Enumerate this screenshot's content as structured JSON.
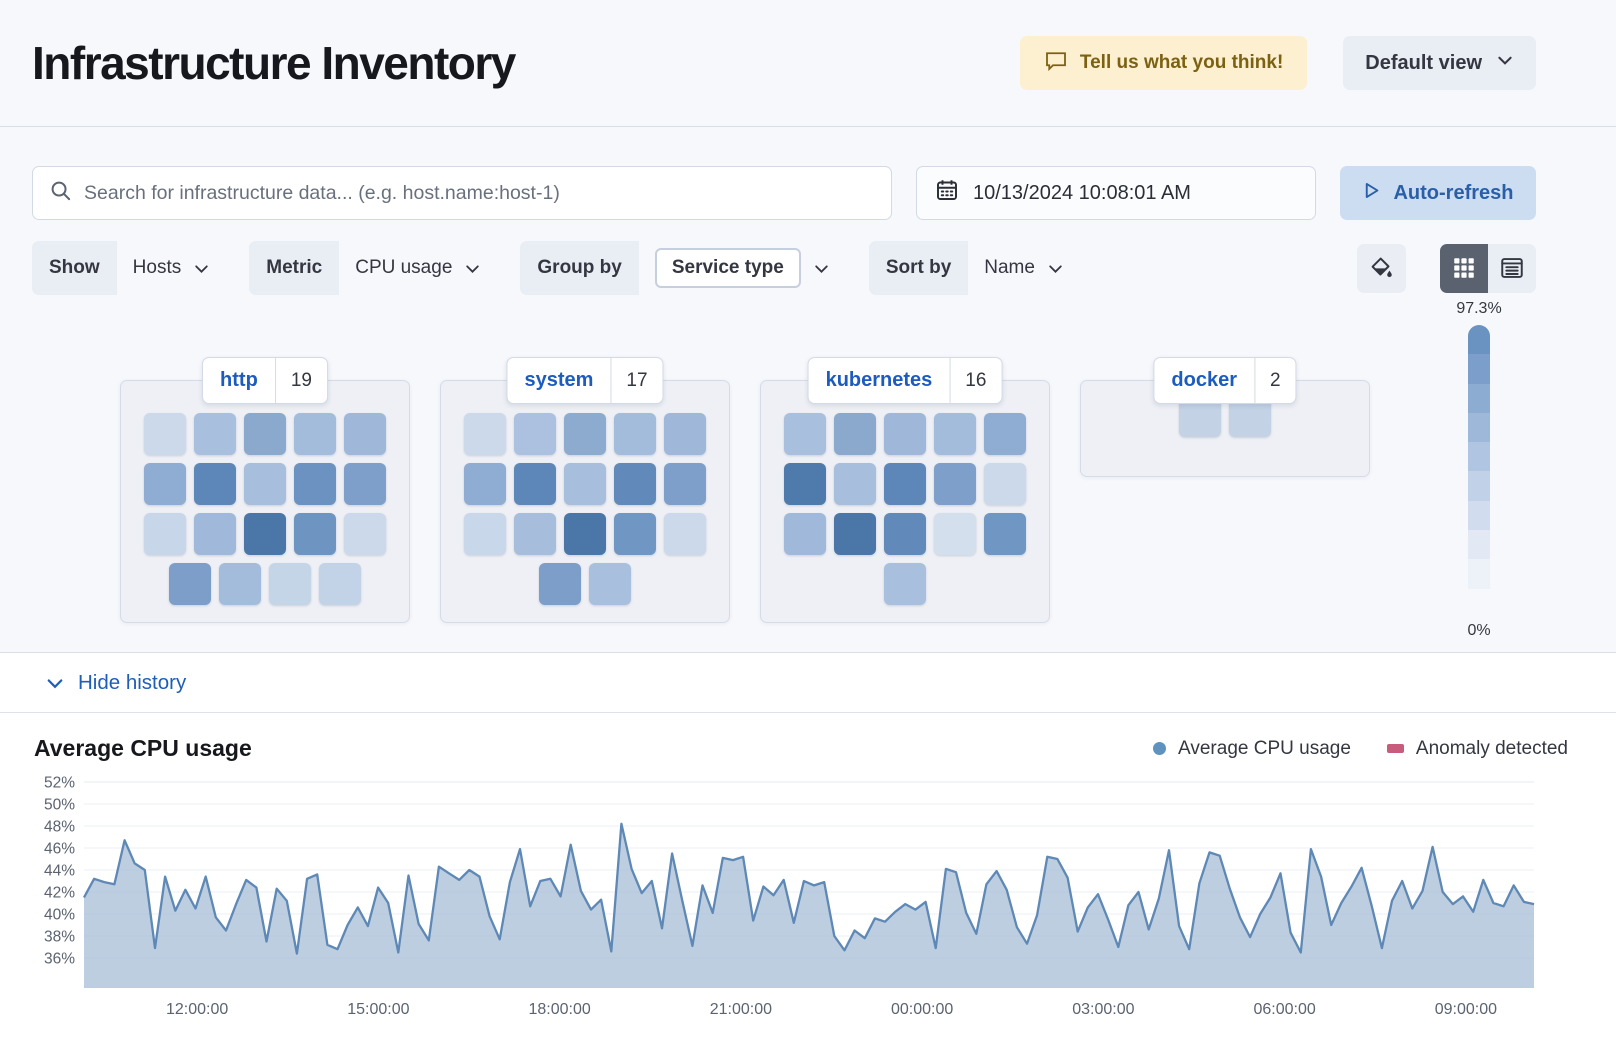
{
  "header": {
    "title": "Infrastructure Inventory",
    "feedback_button": "Tell us what you think!",
    "view_button": "Default view"
  },
  "toolbar": {
    "search_placeholder": "Search for infrastructure data... (e.g. host.name:host-1)",
    "datetime": "10/13/2024 10:08:01 AM",
    "auto_refresh_label": "Auto-refresh"
  },
  "filters": {
    "show": {
      "label": "Show",
      "value": "Hosts"
    },
    "metric": {
      "label": "Metric",
      "value": "CPU usage"
    },
    "group_by": {
      "label": "Group by",
      "value": "Service type"
    },
    "sort_by": {
      "label": "Sort by",
      "value": "Name"
    }
  },
  "legend_bar": {
    "max": "97.3%",
    "min": "0%",
    "steps": [
      "#6a93c2",
      "#7b9fca",
      "#8dacd2",
      "#9eb8da",
      "#afc5e1",
      "#c0d1e8",
      "#d1ddef",
      "#e2e9f5",
      "#edf1f8",
      "#f6f8fb"
    ]
  },
  "waffle": {
    "groups": [
      {
        "name": "http",
        "count": "19",
        "rows": [
          [
            "#ccd9ea",
            "#a9bfde",
            "#8aa9cd",
            "#a3bcdc",
            "#9fb8d9"
          ],
          [
            "#8fadd2",
            "#5d87b8",
            "#a8bedd",
            "#6b92c0",
            "#7d9fc9"
          ],
          [
            "#c7d6e9",
            "#a0b9da",
            "#4a77a8",
            "#6e94c2",
            "#ccd9ea"
          ],
          [
            "#7c9ec9",
            "#a4bcdb",
            "#c5d5e8",
            "#c2d3e7"
          ]
        ]
      },
      {
        "name": "system",
        "count": "17",
        "rows": [
          [
            "#ccd9ea",
            "#abc1df",
            "#8cabcf",
            "#a3bcdc",
            "#9fb8d9"
          ],
          [
            "#8fadd2",
            "#5d87b8",
            "#a8bedd",
            "#6189ba",
            "#7d9fc9"
          ],
          [
            "#c9d7ea",
            "#a6bddc",
            "#4a77a8",
            "#7096c3",
            "#ccd9ea"
          ],
          [
            "#7c9ec9",
            "#a9bfde"
          ]
        ]
      },
      {
        "name": "kubernetes",
        "count": "16",
        "rows": [
          [
            "#a9bfde",
            "#8aa9cd",
            "#9fb8d9",
            "#a3bcdc",
            "#8fadd2"
          ],
          [
            "#4f7bac",
            "#a8bedd",
            "#5d87b8",
            "#7d9fc9",
            "#ccd9ea"
          ],
          [
            "#a0b9da",
            "#4a77a8",
            "#6189ba",
            "#d4dfee",
            "#7096c3"
          ],
          [
            "#a9bfde"
          ]
        ]
      },
      {
        "name": "docker",
        "count": "2",
        "rows": [
          [
            "#c3d2e5",
            "#c3d2e5"
          ]
        ]
      }
    ]
  },
  "history": {
    "toggle_label": "Hide history"
  },
  "chart": {
    "title": "Average CPU usage",
    "legend": [
      {
        "label": "Average CPU usage",
        "shape": "dot",
        "color": "#6092c0"
      },
      {
        "label": "Anomaly detected",
        "shape": "rect",
        "color": "#c75c7c"
      }
    ]
  },
  "chart_data": {
    "type": "area",
    "title": "Average CPU usage",
    "ylabel": "Average CPU usage (%)",
    "ylim": [
      36,
      52
    ],
    "yticks": [
      "52%",
      "50%",
      "48%",
      "46%",
      "44%",
      "42%",
      "40%",
      "38%",
      "36%"
    ],
    "ytick_values": [
      52,
      50,
      48,
      46,
      44,
      42,
      40,
      38,
      36
    ],
    "xticks": [
      "12:00:00",
      "15:00:00",
      "18:00:00",
      "21:00:00",
      "00:00:00",
      "03:00:00",
      "06:00:00",
      "09:00:00"
    ],
    "xtick_fractions": [
      0.078,
      0.203,
      0.328,
      0.453,
      0.578,
      0.703,
      0.828,
      0.953
    ],
    "grid": true,
    "legend_position": "top-right",
    "line_color": "#5e88b5",
    "fill_color": "#aec2da",
    "series": [
      {
        "name": "Average CPU usage",
        "values": [
          41.5,
          43.2,
          42.9,
          42.7,
          46.7,
          44.6,
          44.0,
          36.9,
          43.4,
          40.3,
          42.2,
          40.5,
          43.4,
          39.7,
          38.5,
          40.9,
          43.1,
          42.4,
          37.5,
          42.3,
          41.2,
          36.4,
          43.2,
          43.6,
          37.2,
          36.8,
          39.0,
          40.6,
          38.9,
          42.4,
          41.0,
          36.5,
          43.5,
          39.1,
          37.6,
          44.3,
          43.7,
          43.1,
          44.0,
          43.4,
          39.8,
          37.7,
          42.9,
          45.9,
          40.7,
          43.0,
          43.2,
          41.6,
          46.3,
          42.1,
          40.4,
          41.3,
          36.6,
          48.2,
          44.1,
          41.9,
          43.0,
          38.7,
          45.5,
          41.2,
          37.1,
          42.6,
          40.1,
          45.1,
          44.9,
          45.2,
          39.4,
          42.5,
          41.7,
          43.1,
          39.2,
          43.0,
          42.6,
          42.9,
          38.0,
          36.7,
          38.5,
          37.8,
          39.6,
          39.3,
          40.2,
          40.9,
          40.4,
          41.1,
          36.9,
          44.1,
          43.8,
          40.1,
          38.2,
          42.7,
          43.9,
          42.2,
          38.8,
          37.3,
          39.9,
          45.2,
          45.0,
          43.3,
          38.4,
          40.6,
          41.8,
          39.5,
          37.0,
          40.8,
          42.0,
          38.6,
          41.4,
          45.8,
          38.9,
          36.8,
          42.8,
          45.6,
          45.3,
          42.3,
          39.7,
          37.9,
          40.0,
          41.5,
          43.7,
          38.3,
          36.5,
          45.9,
          43.4,
          39.0,
          41.0,
          42.5,
          44.2,
          40.7,
          36.9,
          41.2,
          43.0,
          40.5,
          42.1,
          46.1,
          42.0,
          40.9,
          41.6,
          40.2,
          43.1,
          41.0,
          40.7,
          42.6,
          41.1,
          40.9
        ]
      }
    ]
  }
}
